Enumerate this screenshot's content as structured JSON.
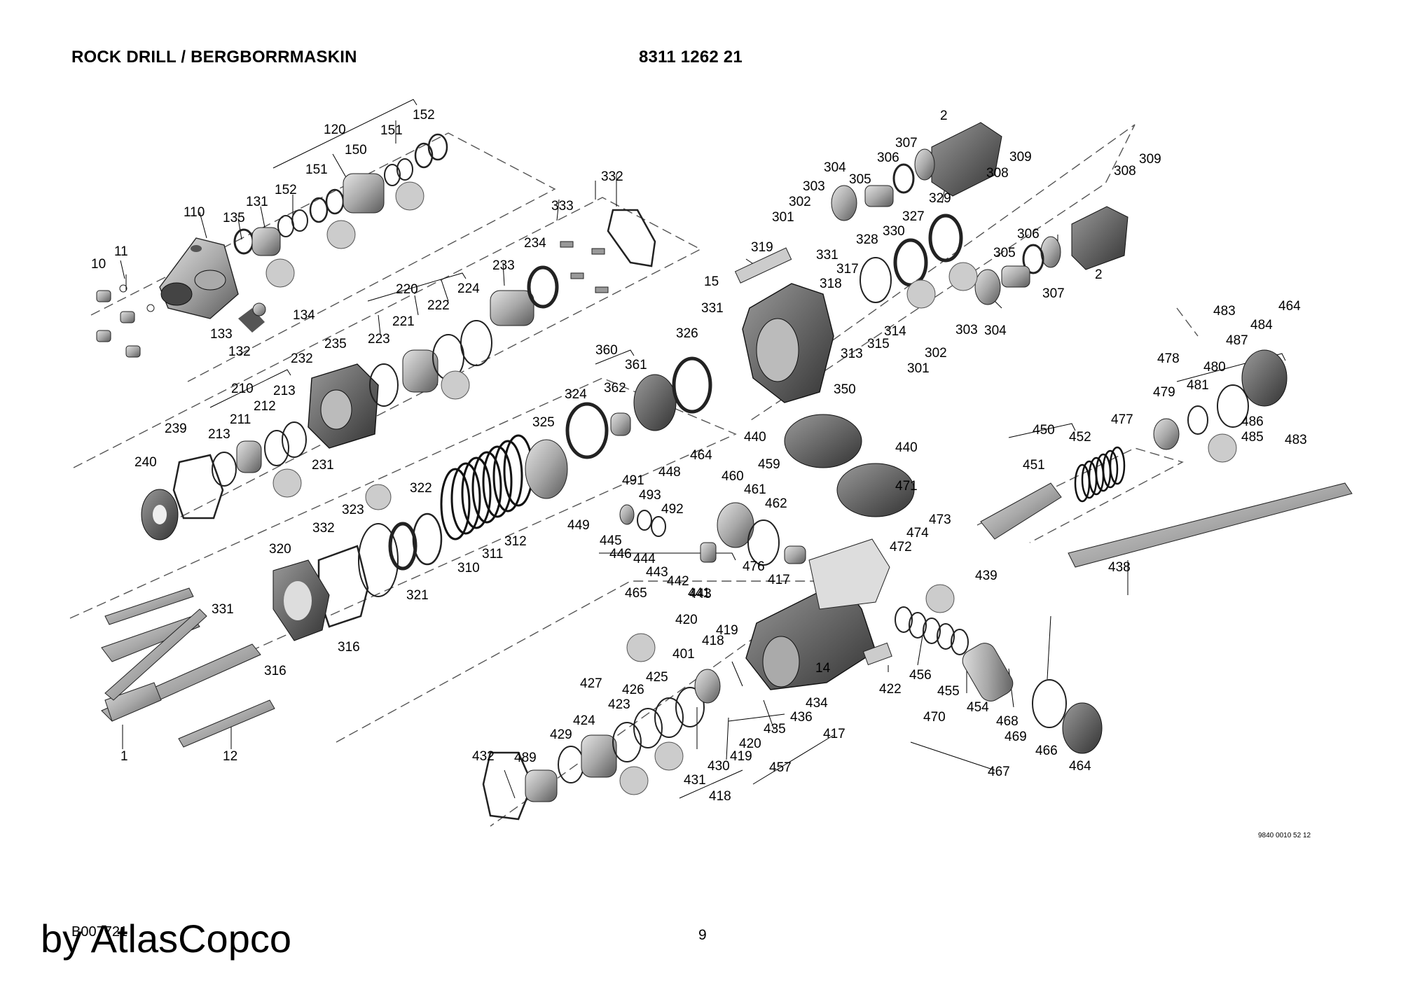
{
  "header": {
    "title": "ROCK DRILL / BERGBORRMASKIN",
    "document_number": "8311 1262 21"
  },
  "diagram": {
    "type": "exploded-parts-view",
    "figure_code": "9840 0010 52 12",
    "part_labels": [
      "10",
      "11",
      "110",
      "135",
      "131",
      "120",
      "151",
      "152",
      "150",
      "151",
      "152",
      "133",
      "132",
      "134",
      "220",
      "221",
      "222",
      "224",
      "223",
      "233",
      "234",
      "333",
      "332",
      "235",
      "232",
      "213",
      "210",
      "212",
      "211",
      "213",
      "239",
      "240",
      "231",
      "360",
      "361",
      "362",
      "324",
      "325",
      "322",
      "323",
      "332",
      "320",
      "331",
      "316",
      "316",
      "310",
      "311",
      "312",
      "321",
      "1",
      "12",
      "319",
      "15",
      "331",
      "317",
      "318",
      "326",
      "331",
      "350",
      "314",
      "315",
      "313",
      "2",
      "307",
      "306",
      "304",
      "305",
      "303",
      "302",
      "301",
      "308",
      "309",
      "328",
      "330",
      "327",
      "329",
      "308",
      "309",
      "306",
      "305",
      "2",
      "307",
      "304",
      "303",
      "302",
      "301",
      "464",
      "483",
      "484",
      "487",
      "478",
      "480",
      "479",
      "481",
      "486",
      "485",
      "483",
      "477",
      "450",
      "452",
      "451",
      "438",
      "439",
      "473",
      "474",
      "472",
      "471",
      "440",
      "440",
      "459",
      "464",
      "460",
      "461",
      "462",
      "448",
      "491",
      "493",
      "492",
      "449",
      "445",
      "446",
      "444",
      "443",
      "442",
      "443",
      "441",
      "465",
      "476",
      "417",
      "420",
      "419",
      "418",
      "401",
      "14",
      "422",
      "427",
      "425",
      "426",
      "423",
      "424",
      "429",
      "489",
      "432",
      "431",
      "430",
      "418",
      "419",
      "420",
      "435",
      "436",
      "434",
      "417",
      "457",
      "456",
      "455",
      "454",
      "470",
      "468",
      "469",
      "466",
      "467",
      "464"
    ]
  },
  "footer": {
    "page_number": "9",
    "drawing_code": "B007721",
    "watermark": "by AtlasCopco"
  }
}
